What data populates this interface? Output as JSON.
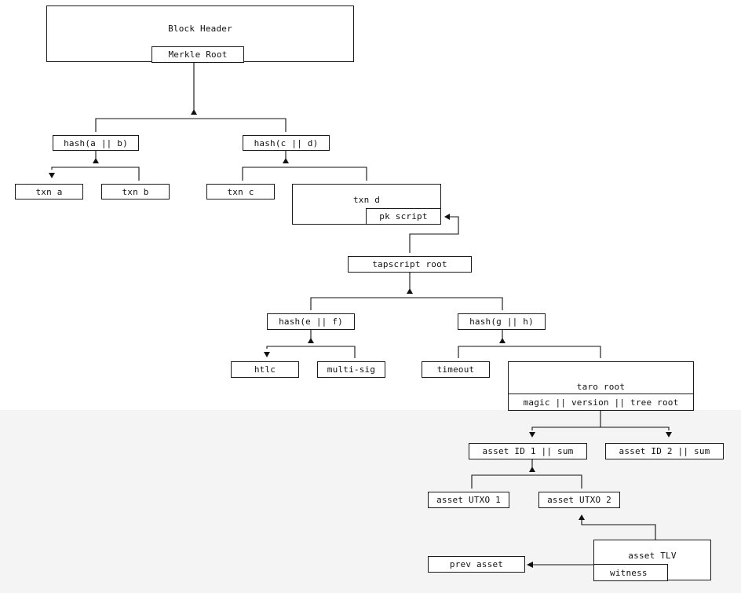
{
  "diagram": {
    "block_header": {
      "label": "Block Header",
      "merkle_root": "Merkle Root"
    },
    "hash_ab": "hash(a || b)",
    "hash_cd": "hash(c || d)",
    "txn_a": "txn a",
    "txn_b": "txn b",
    "txn_c": "txn c",
    "txn_d": {
      "label": "txn d",
      "pk_script": "pk script"
    },
    "tapscript_root": "tapscript root",
    "hash_ef": "hash(e || f)",
    "hash_gh": "hash(g || h)",
    "htlc": "htlc",
    "multi_sig": "multi-sig",
    "timeout": "timeout",
    "taro_root": {
      "label": "taro root",
      "fields": "magic || version || tree root"
    },
    "asset_id_1": "asset ID 1 || sum",
    "asset_id_2": "asset ID 2 || sum",
    "asset_utxo_1": "asset UTXO 1",
    "asset_utxo_2": "asset UTXO 2",
    "asset_tlv": {
      "label": "asset TLV",
      "witness": "witness"
    },
    "prev_asset": "prev asset"
  },
  "colors": {
    "line": "#111111",
    "border": "#1a1a1a",
    "lower_band": "#f4f4f4"
  }
}
